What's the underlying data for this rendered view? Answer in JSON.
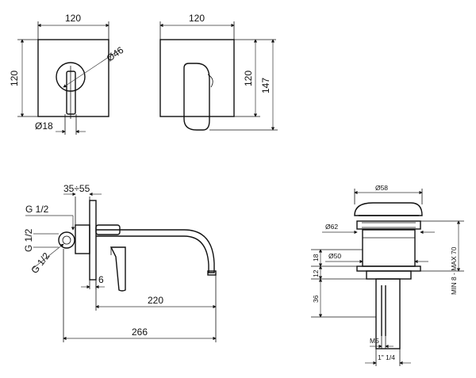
{
  "front_view": {
    "width_label": "120",
    "height_label": "120",
    "rosette_label": "Ø46",
    "lever_label": "Ø18"
  },
  "back_view": {
    "width_label": "120",
    "inner_height_label": "120",
    "outer_height_label": "147"
  },
  "side_view": {
    "depth_range_label": "35÷55",
    "inlet_top_label": "G 1/2",
    "inlet_left_label": "G 1/2",
    "inlet_diag_label": "G 1/2",
    "plate_label": "6",
    "spout_label": "220",
    "total_label": "266"
  },
  "drain_view": {
    "cap_label": "Ø58",
    "ring_label": "Ø62",
    "body_label": "Ø50",
    "h18_label": "18",
    "h12_label": "12",
    "h36_label": "36",
    "range_label": "MIN 8 - MAX 70",
    "screw_label": "M5",
    "thread_label": "1\" 1/4"
  }
}
